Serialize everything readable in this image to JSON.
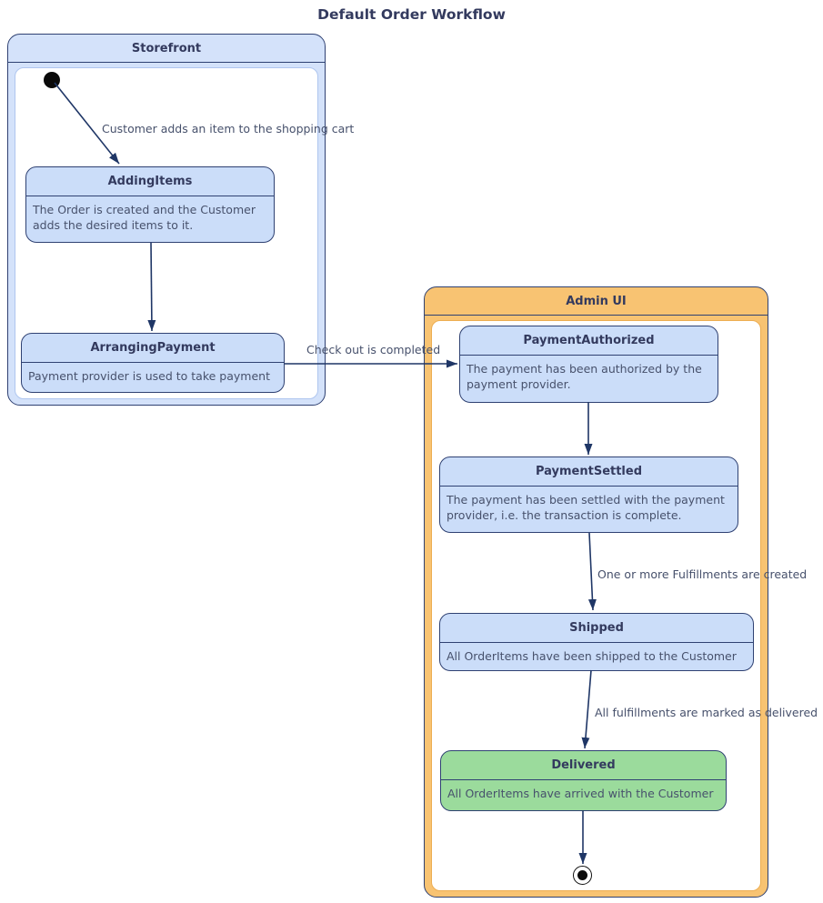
{
  "title": "Default Order Workflow",
  "containers": {
    "storefront": {
      "label": "Storefront",
      "has_initial_node": true,
      "states": {
        "adding_items": {
          "name": "AddingItems",
          "description": "The Order is created and the Customer adds the desired items to it."
        },
        "arranging_payment": {
          "name": "ArrangingPayment",
          "description": "Payment provider is used to take payment"
        }
      }
    },
    "admin_ui": {
      "label": "Admin UI",
      "has_final_node": true,
      "states": {
        "payment_authorized": {
          "name": "PaymentAuthorized",
          "description": "The payment has been authorized by the payment provider."
        },
        "payment_settled": {
          "name": "PaymentSettled",
          "description": "The payment has been settled with the payment provider, i.e. the transaction is complete."
        },
        "shipped": {
          "name": "Shipped",
          "description": "All OrderItems have been shipped to the Customer"
        },
        "delivered": {
          "name": "Delivered",
          "description": "All OrderItems have arrived with the Customer",
          "highlight": "green"
        }
      }
    }
  },
  "transitions": {
    "add_item": {
      "label": "Customer adds an item to the shopping cart",
      "from": "initial",
      "to": "AddingItems"
    },
    "to_arranging_payment": {
      "label": "",
      "from": "AddingItems",
      "to": "ArrangingPayment"
    },
    "checkout": {
      "label": "Check out is completed",
      "from": "ArrangingPayment",
      "to": "PaymentAuthorized"
    },
    "to_payment_settled": {
      "label": "",
      "from": "PaymentAuthorized",
      "to": "PaymentSettled"
    },
    "fulfillments_created": {
      "label": "One or more Fulfillments are created",
      "from": "PaymentSettled",
      "to": "Shipped"
    },
    "fulfillments_delivered": {
      "label": "All fulfillments are marked as delivered",
      "from": "Shipped",
      "to": "Delivered"
    },
    "to_final": {
      "label": "",
      "from": "Delivered",
      "to": "final"
    }
  },
  "colors": {
    "state_fill": "#CBDDF9",
    "storefront_container_fill": "#D4E2FA",
    "admin_container_fill": "#F8C372",
    "delivered_fill": "#9BDB9C",
    "node_border": "#2F4172",
    "arrow": "#1F3666",
    "title_text": "#333A5E",
    "body_text": "#47516C"
  }
}
